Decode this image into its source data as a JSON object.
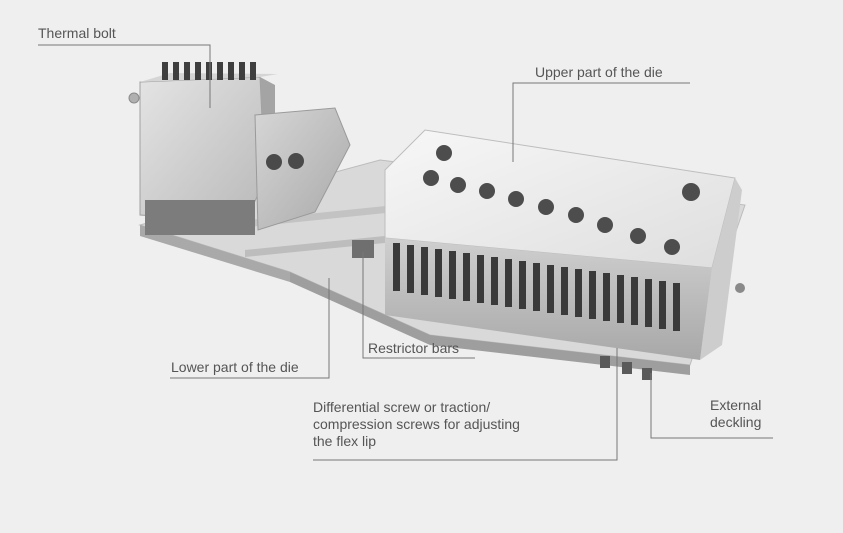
{
  "colors": {
    "background": "#efefef",
    "text": "#555555",
    "leader_line": "#777777"
  },
  "labels": {
    "thermal_bolt": "Thermal bolt",
    "upper_part": "Upper part of the die",
    "lower_part": "Lower part of the die",
    "restrictor_bars": "Restrictor bars",
    "differential_screw": "Differential screw or traction/\ncompression screws for adjusting\nthe flex lip",
    "external_deckling": "External\ndeckling"
  }
}
